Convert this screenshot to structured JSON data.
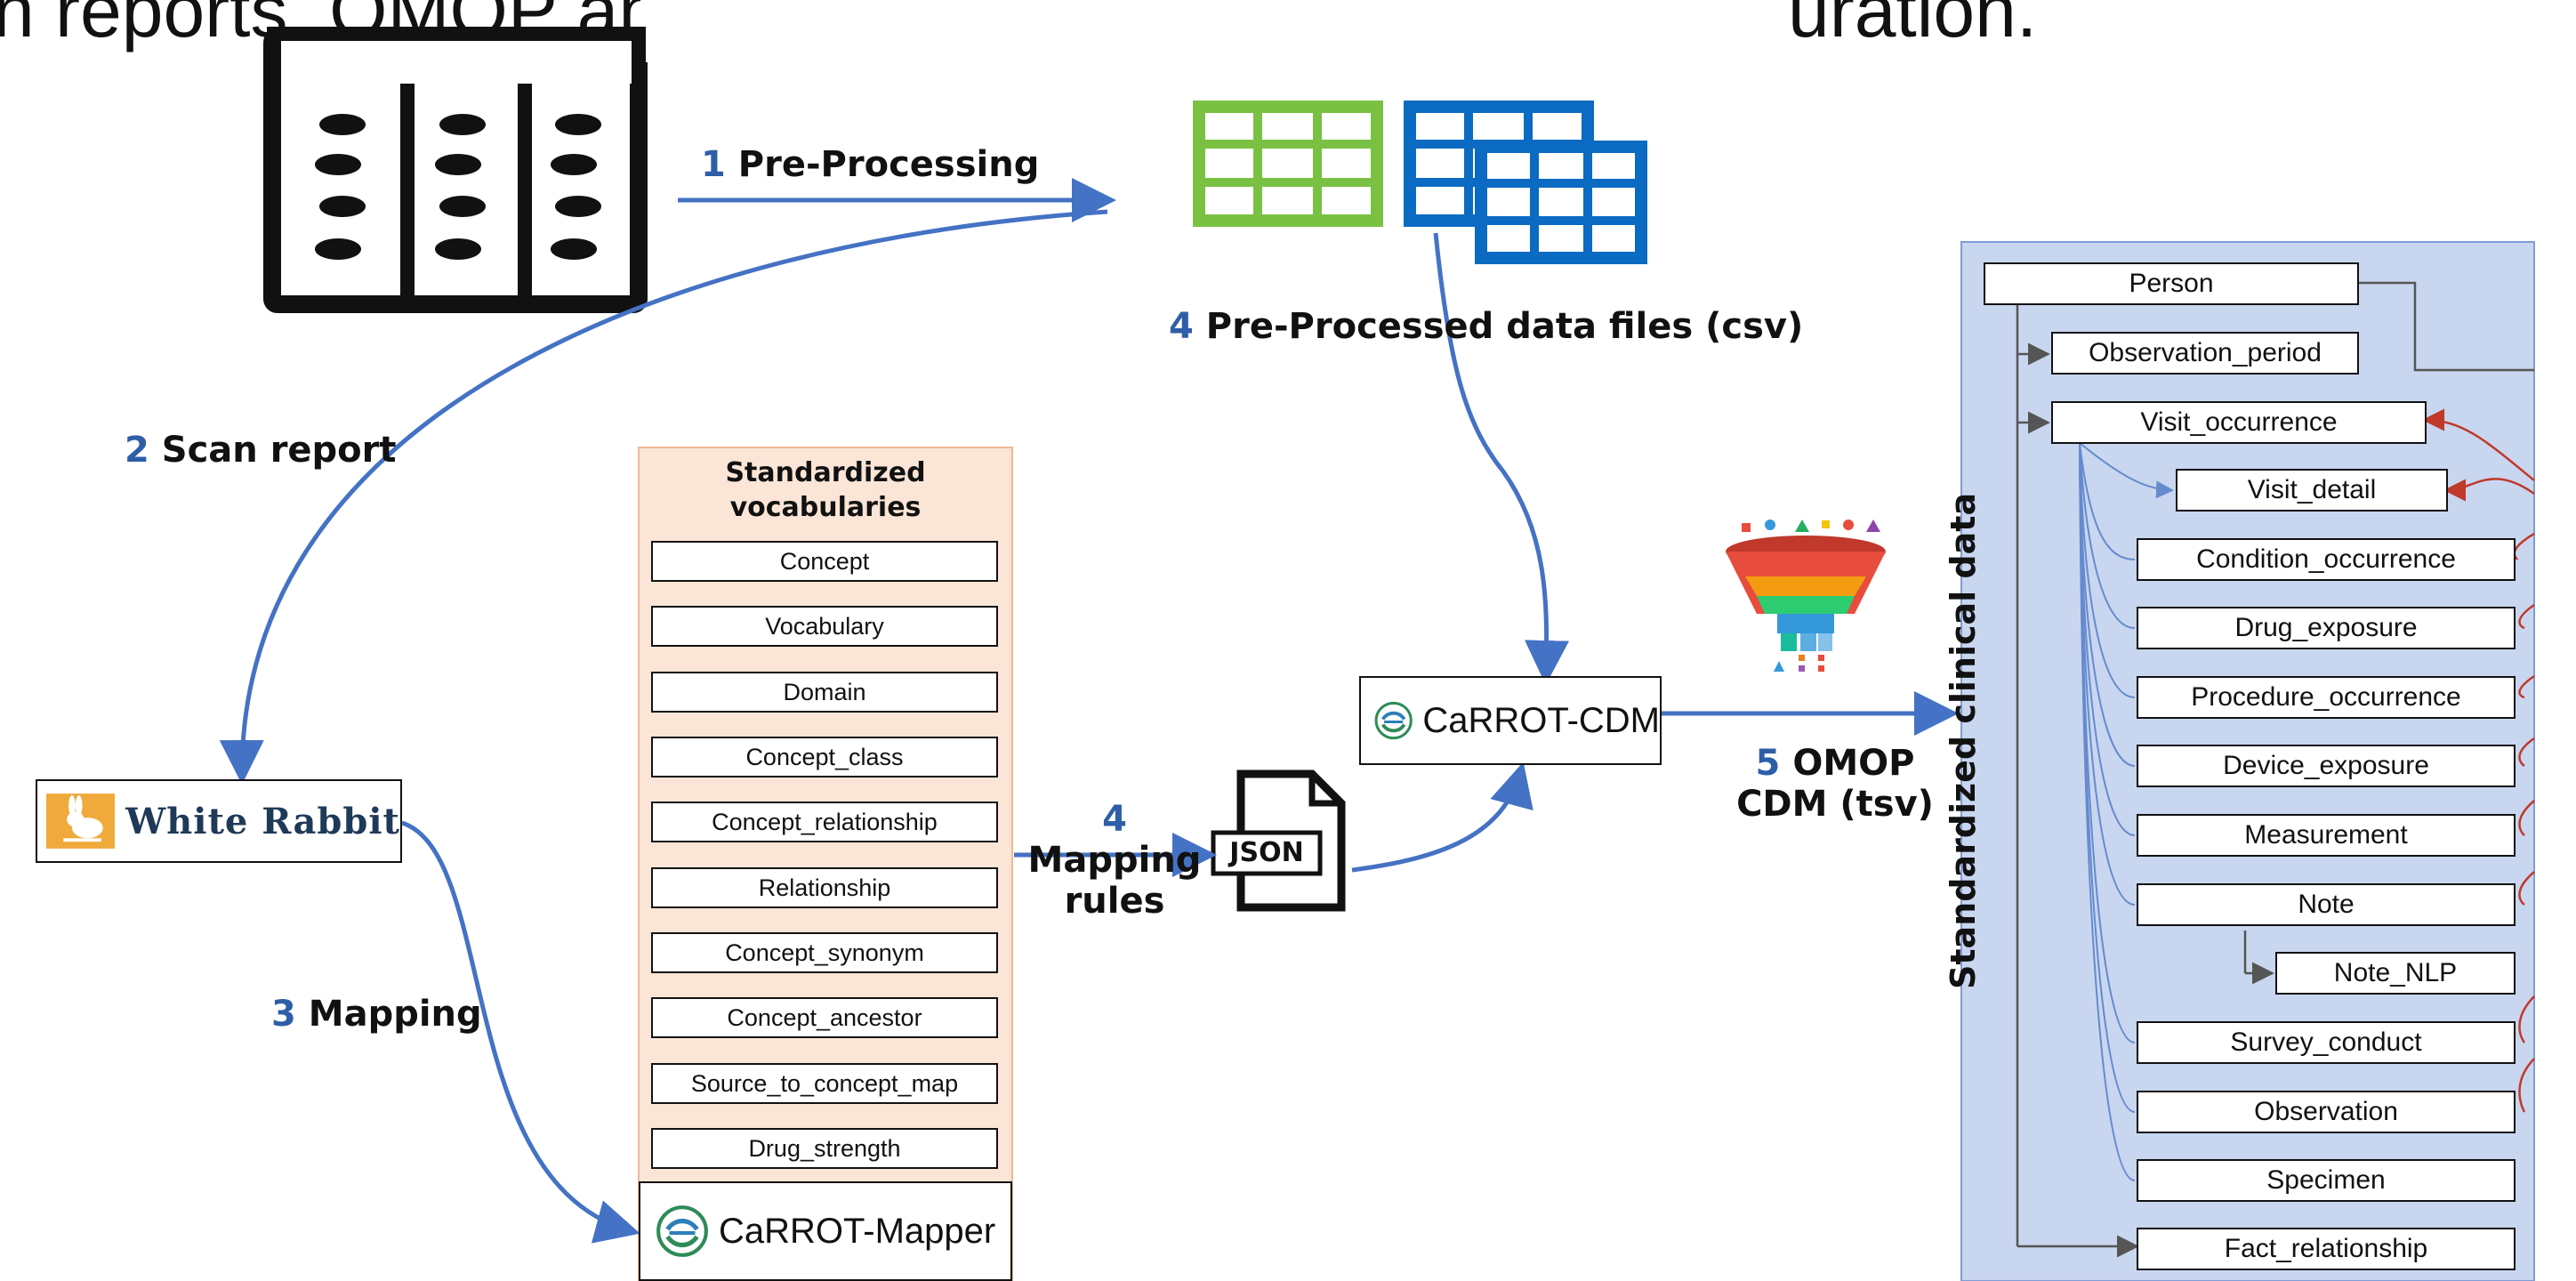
{
  "title": {
    "fragment_left": "n reports, OMOP and Mappin",
    "fragment_right": "uration."
  },
  "steps": {
    "pre_processing": {
      "num": "1",
      "label": "Pre-Processing"
    },
    "scan_report": {
      "num": "2",
      "label": "Scan report"
    },
    "mapping": {
      "num": "3",
      "label": "Mapping"
    },
    "pre_processed_files": {
      "num": "4",
      "label": "Pre-Processed data files (csv)"
    },
    "mapping_rules": {
      "num": "4",
      "line1": "Mapping",
      "line2": "rules"
    },
    "omop_cdm": {
      "num": "5",
      "line1": "OMOP",
      "line2": "CDM (tsv)"
    }
  },
  "tools": {
    "white_rabbit": "White Rabbit",
    "carrot_cdm": "CaRROT-CDM",
    "carrot_mapper": "CaRROT-Mapper",
    "json_icon_text": "JSON"
  },
  "vocabularies": {
    "heading_line1": "Standardized",
    "heading_line2": "vocabularies",
    "tables": [
      "Concept",
      "Vocabulary",
      "Domain",
      "Concept_class",
      "Concept_relationship",
      "Relationship",
      "Concept_synonym",
      "Concept_ancestor",
      "Source_to_concept_map",
      "Drug_strength"
    ]
  },
  "clinical": {
    "heading": "Standardized clinical data",
    "tables": [
      "Person",
      "Observation_period",
      "Visit_occurrence",
      "Visit_detail",
      "Condition_occurrence",
      "Drug_exposure",
      "Procedure_occurrence",
      "Device_exposure",
      "Measurement",
      "Note",
      "Note_NLP",
      "Survey_conduct",
      "Observation",
      "Specimen",
      "Fact_relationship"
    ]
  },
  "colors": {
    "flow_arrow": "#4472c4",
    "step_number": "#2f5ea8",
    "vocab_panel": "#fbe5d6",
    "clinical_panel": "#c9d6ef",
    "fk_arrow": "#c0392b",
    "csv_green": "#7ac143",
    "csv_blue": "#0b6ac2"
  }
}
